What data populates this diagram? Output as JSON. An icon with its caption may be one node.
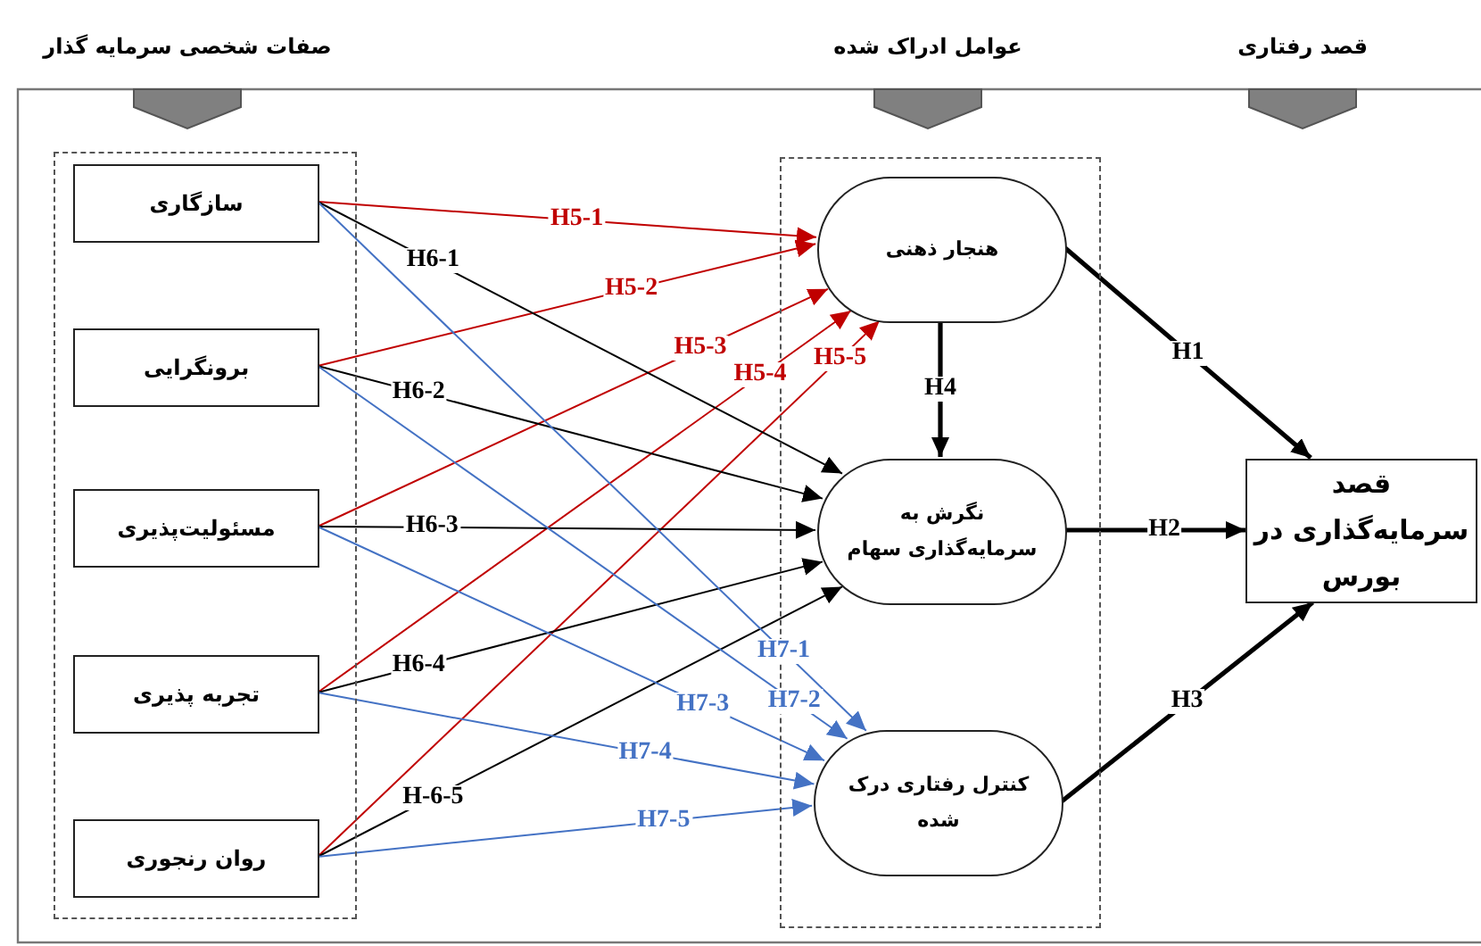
{
  "diagram": {
    "nodes": [
      {
        "text": [],
        "shape": "box"
      },
      {
        "text": [
          "سازگاری"
        ],
        "in": 0
      },
      {
        "text": [
          "برونگرایی"
        ],
        "in": 0
      },
      {
        "text": [
          "مسئولیت‌پذیری"
        ],
        "in": 0
      },
      {
        "text": [
          "تجربه پذیری"
        ],
        "in": 0
      },
      {
        "text": [
          "روان رنجوری"
        ],
        "in": 0
      },
      {
        "text": [],
        "shape": "box"
      },
      {
        "text": [
          "هنجار ذهنی"
        ],
        "in": 6
      },
      {
        "text": [
          "نگرش به سرمایه‌گذاری سهام"
        ],
        "in": 6
      },
      {
        "text": [
          "کنترل رفتاری درک شده"
        ],
        "in": 6
      },
      {
        "text": [
          "قصد سرمایه‌گذاری در بورس"
        ]
      }
    ],
    "edges": [
      {
        "from": 1,
        "to": 7,
        "arrow": "to",
        "label": "H5-1",
        "color": "#c00000"
      },
      {
        "from": 2,
        "to": 7,
        "arrow": "to",
        "label": "H5-2",
        "color": "#c00000"
      },
      {
        "from": 3,
        "to": 7,
        "arrow": "to",
        "label": "H5-3",
        "color": "#c00000"
      },
      {
        "from": 4,
        "to": 7,
        "arrow": "to",
        "label": "H5-4",
        "color": "#c00000"
      },
      {
        "from": 5,
        "to": 7,
        "arrow": "to",
        "label": "H5-5",
        "color": "#c00000"
      },
      {
        "from": 1,
        "to": 8,
        "arrow": "to",
        "label": "H6-1"
      },
      {
        "from": 2,
        "to": 8,
        "arrow": "to",
        "label": "H6-2"
      },
      {
        "from": 3,
        "to": 8,
        "arrow": "to",
        "label": "H6-3"
      },
      {
        "from": 4,
        "to": 8,
        "arrow": "to",
        "label": "H6-4"
      },
      {
        "from": 5,
        "to": 8,
        "arrow": "to",
        "label": "H-6-5"
      },
      {
        "from": 1,
        "to": 9,
        "arrow": "to",
        "label": "H7-1",
        "color": "#4472c4"
      },
      {
        "from": 2,
        "to": 9,
        "arrow": "to",
        "label": "H7-2",
        "color": "#4472c4"
      },
      {
        "from": 3,
        "to": 9,
        "arrow": "to",
        "label": "H7-3",
        "color": "#4472c4"
      },
      {
        "from": 4,
        "to": 9,
        "arrow": "to",
        "label": "H7-4",
        "color": "#4472c4"
      },
      {
        "from": 5,
        "to": 9,
        "arrow": "to",
        "label": "H7-5",
        "color": "#4472c4"
      },
      {
        "from": 7,
        "to": 10,
        "arrow": "to",
        "label": "H1",
        "style": "thick"
      },
      {
        "from": 8,
        "to": 10,
        "arrow": "to",
        "label": "H2",
        "style": "thick"
      },
      {
        "from": 9,
        "to": 10,
        "arrow": "to",
        "label": "H3",
        "style": "thick"
      },
      {
        "from": 7,
        "to": 8,
        "arrow": "to",
        "label": "H4",
        "style": "thick"
      }
    ],
    "labels": [
      "صفات شخصی سرمایه گذار",
      "عوامل ادراک شده",
      "قصد رفتاری"
    ]
  }
}
